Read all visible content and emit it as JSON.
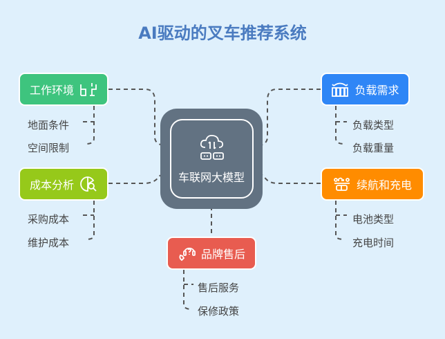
{
  "title": "AI驱动的叉车推荐系统",
  "center": {
    "label": "车联网大模型",
    "icon": "cloud-server-icon"
  },
  "nodes": {
    "work": {
      "label": "工作环境",
      "color": "#3ec47e",
      "icon": "workspace-icon",
      "children": [
        "地面条件",
        "空间限制"
      ]
    },
    "cost": {
      "label": "成本分析",
      "color": "#96c91a",
      "icon": "chart-search-icon",
      "children": [
        "采购成本",
        "维护成本"
      ]
    },
    "load": {
      "label": "负载需求",
      "color": "#2f86f6",
      "icon": "load-icon",
      "children": [
        "负载类型",
        "负载重量"
      ]
    },
    "range": {
      "label": "续航和充电",
      "color": "#ff8c00",
      "icon": "battery-icon",
      "children": [
        "电池类型",
        "充电时间"
      ]
    },
    "brand": {
      "label": "品牌售后",
      "color": "#e85c50",
      "icon": "support-icon",
      "children": [
        "售后服务",
        "保修政策"
      ]
    }
  }
}
